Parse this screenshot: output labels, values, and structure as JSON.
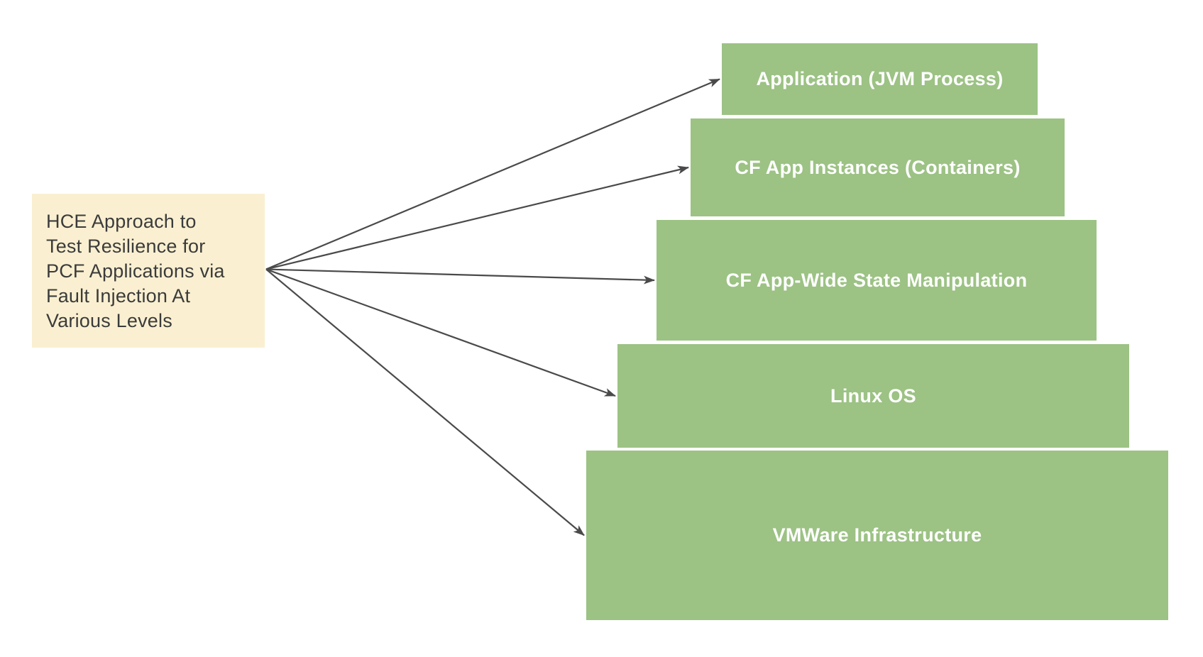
{
  "diagram": {
    "title": "Fault injection levels diagram",
    "callout": {
      "text": "HCE Approach to\nTest Resilience for\nPCF Applications via\nFault Injection At\nVarious Levels"
    },
    "levels": [
      {
        "id": "level-0",
        "label": "Application (JVM Process)"
      },
      {
        "id": "level-1",
        "label": "CF App Instances (Containers)"
      },
      {
        "id": "level-2",
        "label": "CF App-Wide State Manipulation"
      },
      {
        "id": "level-3",
        "label": "Linux OS"
      },
      {
        "id": "level-4",
        "label": "VMWare Infrastructure"
      }
    ],
    "connections": [
      {
        "from": "callout",
        "to": "level-0"
      },
      {
        "from": "callout",
        "to": "level-1"
      },
      {
        "from": "callout",
        "to": "level-2"
      },
      {
        "from": "callout",
        "to": "level-3"
      },
      {
        "from": "callout",
        "to": "level-4"
      }
    ],
    "colors": {
      "background": "#ffffff",
      "callout_fill": "#faf0d1",
      "callout_text": "#3b3b3b",
      "level_fill": "#9cc284",
      "level_text": "#ffffff",
      "arrow": "#4a4a4a"
    }
  }
}
